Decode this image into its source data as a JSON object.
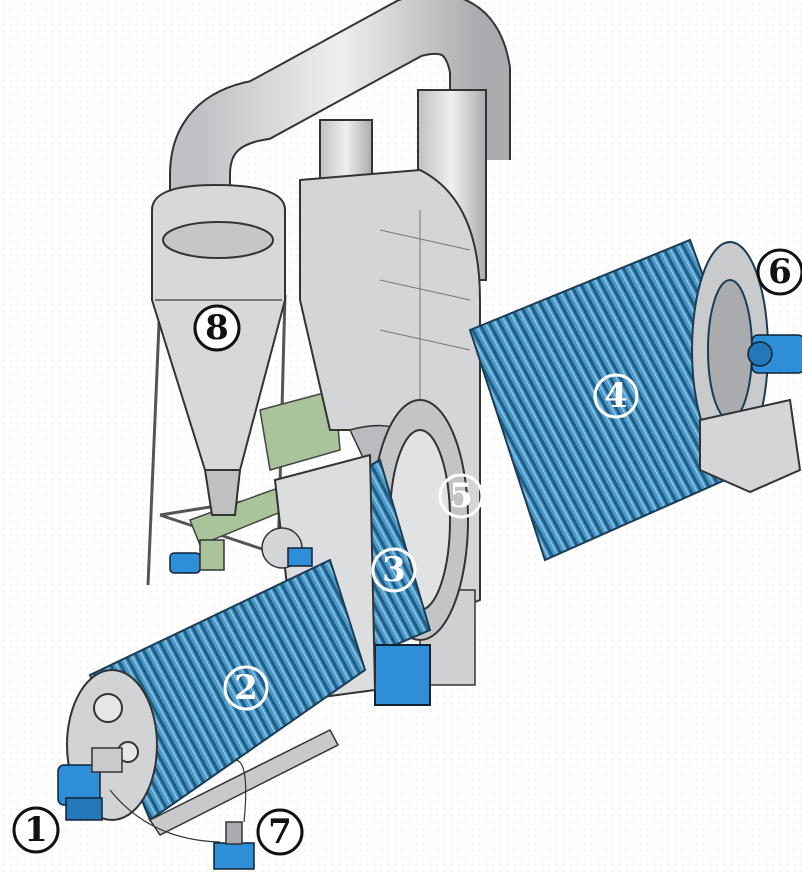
{
  "colors": {
    "insulation_blue": "#3f8fc0",
    "insulation_dark": "#1f5d85",
    "steel_gray": "#d4d5d7",
    "steel_shadow": "#a9abae",
    "motor_blue": "#2e8fd8",
    "frame_green": "#a9c49a"
  },
  "callouts": {
    "c1": "1",
    "c2": "2",
    "c3": "3",
    "c4": "4",
    "c5": "5",
    "c6": "6",
    "c7": "7",
    "c8": "8"
  }
}
